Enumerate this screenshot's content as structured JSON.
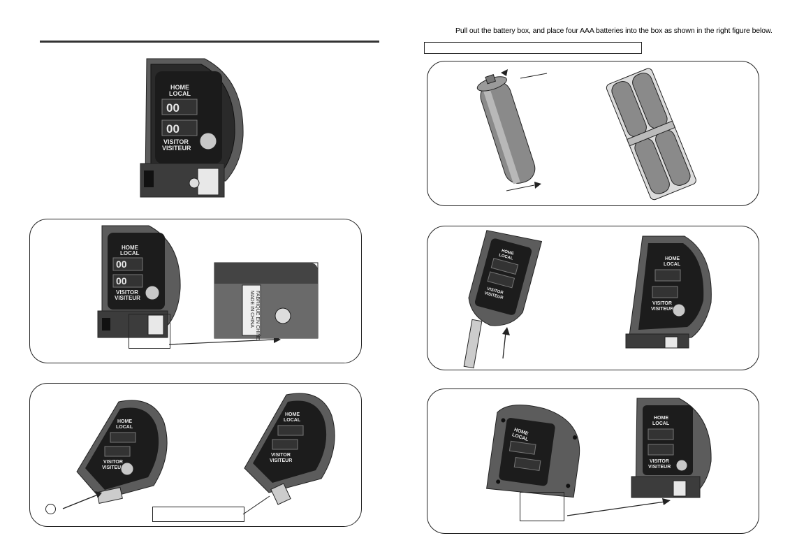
{
  "instruction": "Pull out the battery box, and place four AAA batteries into the box as shown in the right figure below.",
  "display": {
    "home_en": "HOME",
    "home_fr": "LOCAL",
    "visitor_en": "VISITOR",
    "visitor_fr": "VISITEUR",
    "digits": "00"
  },
  "sticker_text": [
    "MADE IN CHINA",
    "FABRIQUÉ EN CHINE"
  ],
  "figures": {
    "device_main": "device-front-view",
    "panel_1": [
      "device-with-sticker",
      "sticker-closeup"
    ],
    "panel_2": [
      "device-angled-closed",
      "device-angled-latch-open"
    ],
    "panel_3": [
      "single-aaa-battery",
      "battery-box-four-aaa"
    ],
    "panel_4": [
      "device-battery-box-out",
      "device-closed"
    ],
    "panel_5": [
      "device-back-view",
      "device-front-view-small"
    ]
  },
  "colors": {
    "device_body": "#5a5a5a",
    "device_face": "#1c1c1c",
    "line": "#222222"
  }
}
